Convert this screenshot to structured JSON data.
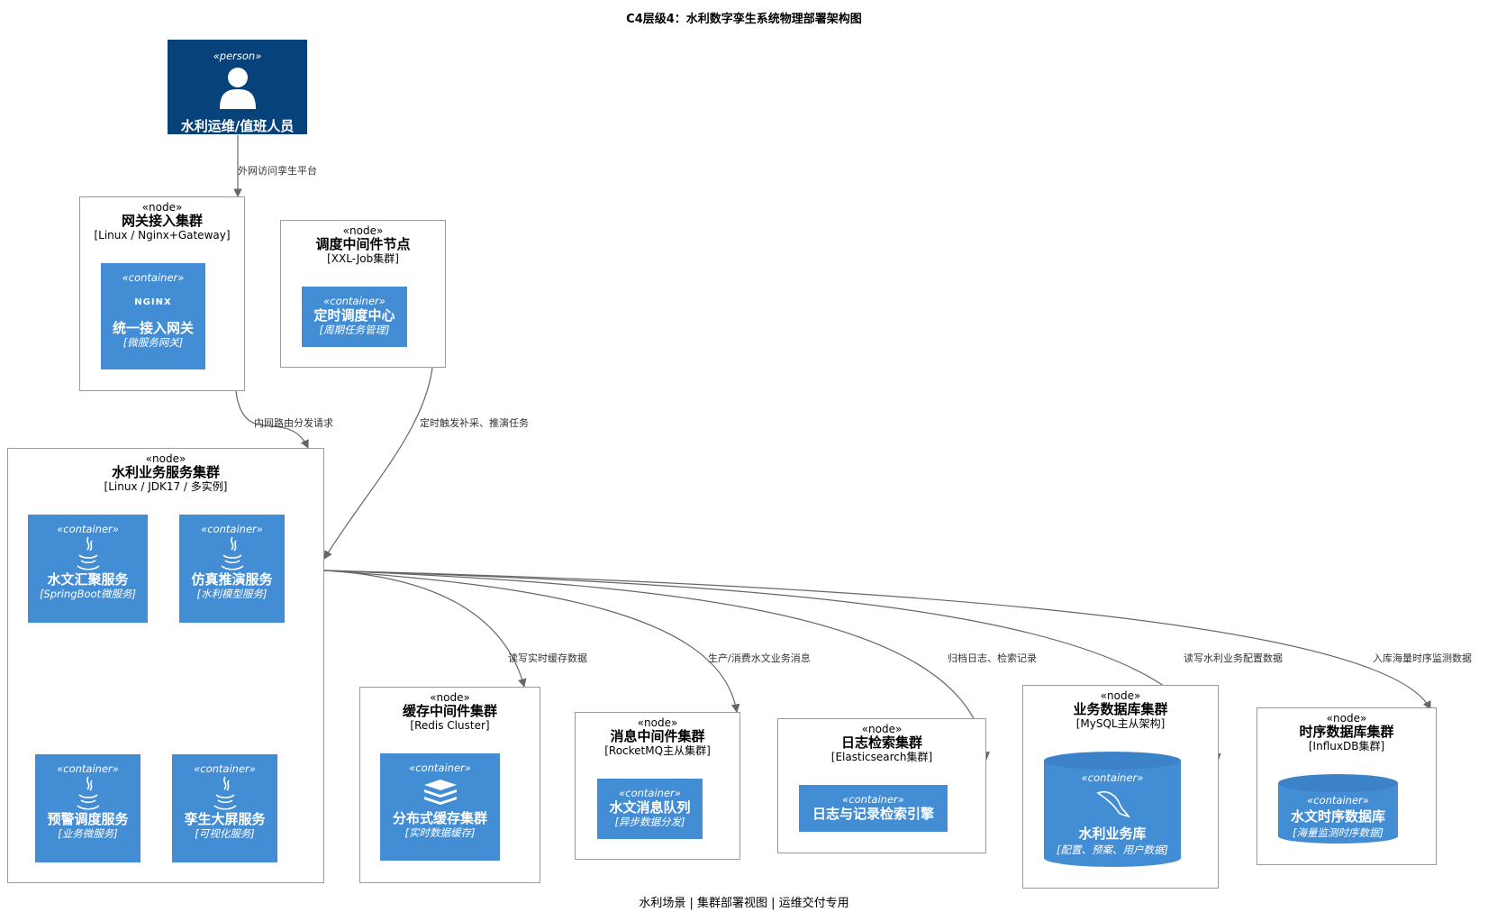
{
  "title": "C4层级4：水利数字孪生系统物理部署架构图",
  "footer": "水利场景 | 集群部署视图 | 运维交付专用",
  "person": {
    "stereotype": "«person»",
    "name": "水利运维/值班人员"
  },
  "nodes": {
    "gateway": {
      "stereotype": "«node»",
      "name": "网关接入集群",
      "tech": "[Linux / Nginx+Gateway]"
    },
    "scheduler": {
      "stereotype": "«node»",
      "name": "调度中间件节点",
      "tech": "[XXL-Job集群]"
    },
    "service": {
      "stereotype": "«node»",
      "name": "水利业务服务集群",
      "tech": "[Linux / JDK17 / 多实例]"
    },
    "cache": {
      "stereotype": "«node»",
      "name": "缓存中间件集群",
      "tech": "[Redis Cluster]"
    },
    "mq": {
      "stereotype": "«node»",
      "name": "消息中间件集群",
      "tech": "[RocketMQ主从集群]"
    },
    "log": {
      "stereotype": "«node»",
      "name": "日志检索集群",
      "tech": "[Elasticsearch集群]"
    },
    "mysql": {
      "stereotype": "«node»",
      "name": "业务数据库集群",
      "tech": "[MySQL主从架构]"
    },
    "tsdb": {
      "stereotype": "«node»",
      "name": "时序数据库集群",
      "tech": "[InfluxDB集群]"
    }
  },
  "containers": {
    "gateway": {
      "stereotype": "«container»",
      "name": "统一接入网关",
      "desc": "[微服务网关]",
      "logo": "NGINX"
    },
    "scheduler": {
      "stereotype": "«container»",
      "name": "定时调度中心",
      "desc": "[周期任务管理]"
    },
    "hydro": {
      "stereotype": "«container»",
      "name": "水文汇聚服务",
      "desc": "[SpringBoot微服务]"
    },
    "sim": {
      "stereotype": "«container»",
      "name": "仿真推演服务",
      "desc": "[水利模型服务]"
    },
    "alert": {
      "stereotype": "«container»",
      "name": "预警调度服务",
      "desc": "[业务微服务]"
    },
    "screen": {
      "stereotype": "«container»",
      "name": "孪生大屏服务",
      "desc": "[可视化服务]"
    },
    "cache": {
      "stereotype": "«container»",
      "name": "分布式缓存集群",
      "desc": "[实时数据缓存]"
    },
    "mq": {
      "stereotype": "«container»",
      "name": "水文消息队列",
      "desc": "[异步数据分发]"
    },
    "log": {
      "stereotype": "«container»",
      "name": "日志与记录检索引擎",
      "desc": ""
    },
    "mysql": {
      "stereotype": "«container»",
      "name": "水利业务库",
      "desc": "[配置、预案、用户数据]"
    },
    "tsdb": {
      "stereotype": "«container»",
      "name": "水文时序数据库",
      "desc": "[海量监测时序数据]"
    }
  },
  "edges": {
    "person_gateway": "外网访问孪生平台",
    "gateway_service": "内网路由分发请求",
    "scheduler_service": "定时触发补采、推演任务",
    "service_cache": "读写实时缓存数据",
    "service_mq": "生产/消费水文业务消息",
    "service_log": "归档日志、检索记录",
    "service_mysql": "读写水利业务配置数据",
    "service_tsdb": "入库海量时序监测数据"
  },
  "colors": {
    "person": "#08427b",
    "container": "#438dd5",
    "edge": "#666666"
  }
}
